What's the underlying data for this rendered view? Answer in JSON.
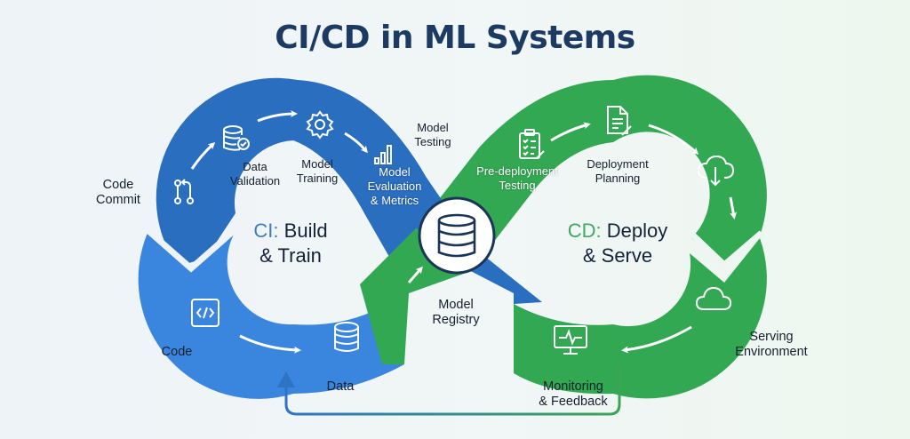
{
  "title": "CI/CD in ML Systems",
  "colors": {
    "ci_dark": "#2a6ec0",
    "ci_light": "#3a86de",
    "cd_green": "#33a853",
    "hub_border": "#1b3556",
    "title": "#1d3a63",
    "ci_accent": "#3f7fc1",
    "cd_accent": "#3fa862"
  },
  "ci": {
    "prefix": "CI:",
    "line1": "Build",
    "line2": "& Train",
    "stages": {
      "code_commit": "Code\nCommit",
      "data_validation": "Data\nValidation",
      "model_training": "Model\nTraining",
      "model_evaluation": "Model\nEvaluation\n& Metrics",
      "model_testing": "Model\nTesting",
      "code": "Code",
      "data": "Data"
    }
  },
  "cd": {
    "prefix": "CD:",
    "line1": "Deploy",
    "line2": "& Serve",
    "stages": {
      "predeployment_testing": "Pre-deployment\nTesting",
      "deployment_planning": "Deployment\nPlanning",
      "serving_environment": "Serving\nEnvironment",
      "monitoring_feedback": "Monitoring\n& Feedback"
    }
  },
  "hub": {
    "label": "Model\nRegistry",
    "icon": "database-icon"
  },
  "icons": [
    "git-branch-icon",
    "database-check-icon",
    "gear-icon",
    "bar-chart-icon",
    "clipboard-check-icon",
    "document-edit-icon",
    "cloud-download-icon",
    "cloud-icon",
    "monitor-pulse-icon",
    "code-icon",
    "database-icon"
  ]
}
